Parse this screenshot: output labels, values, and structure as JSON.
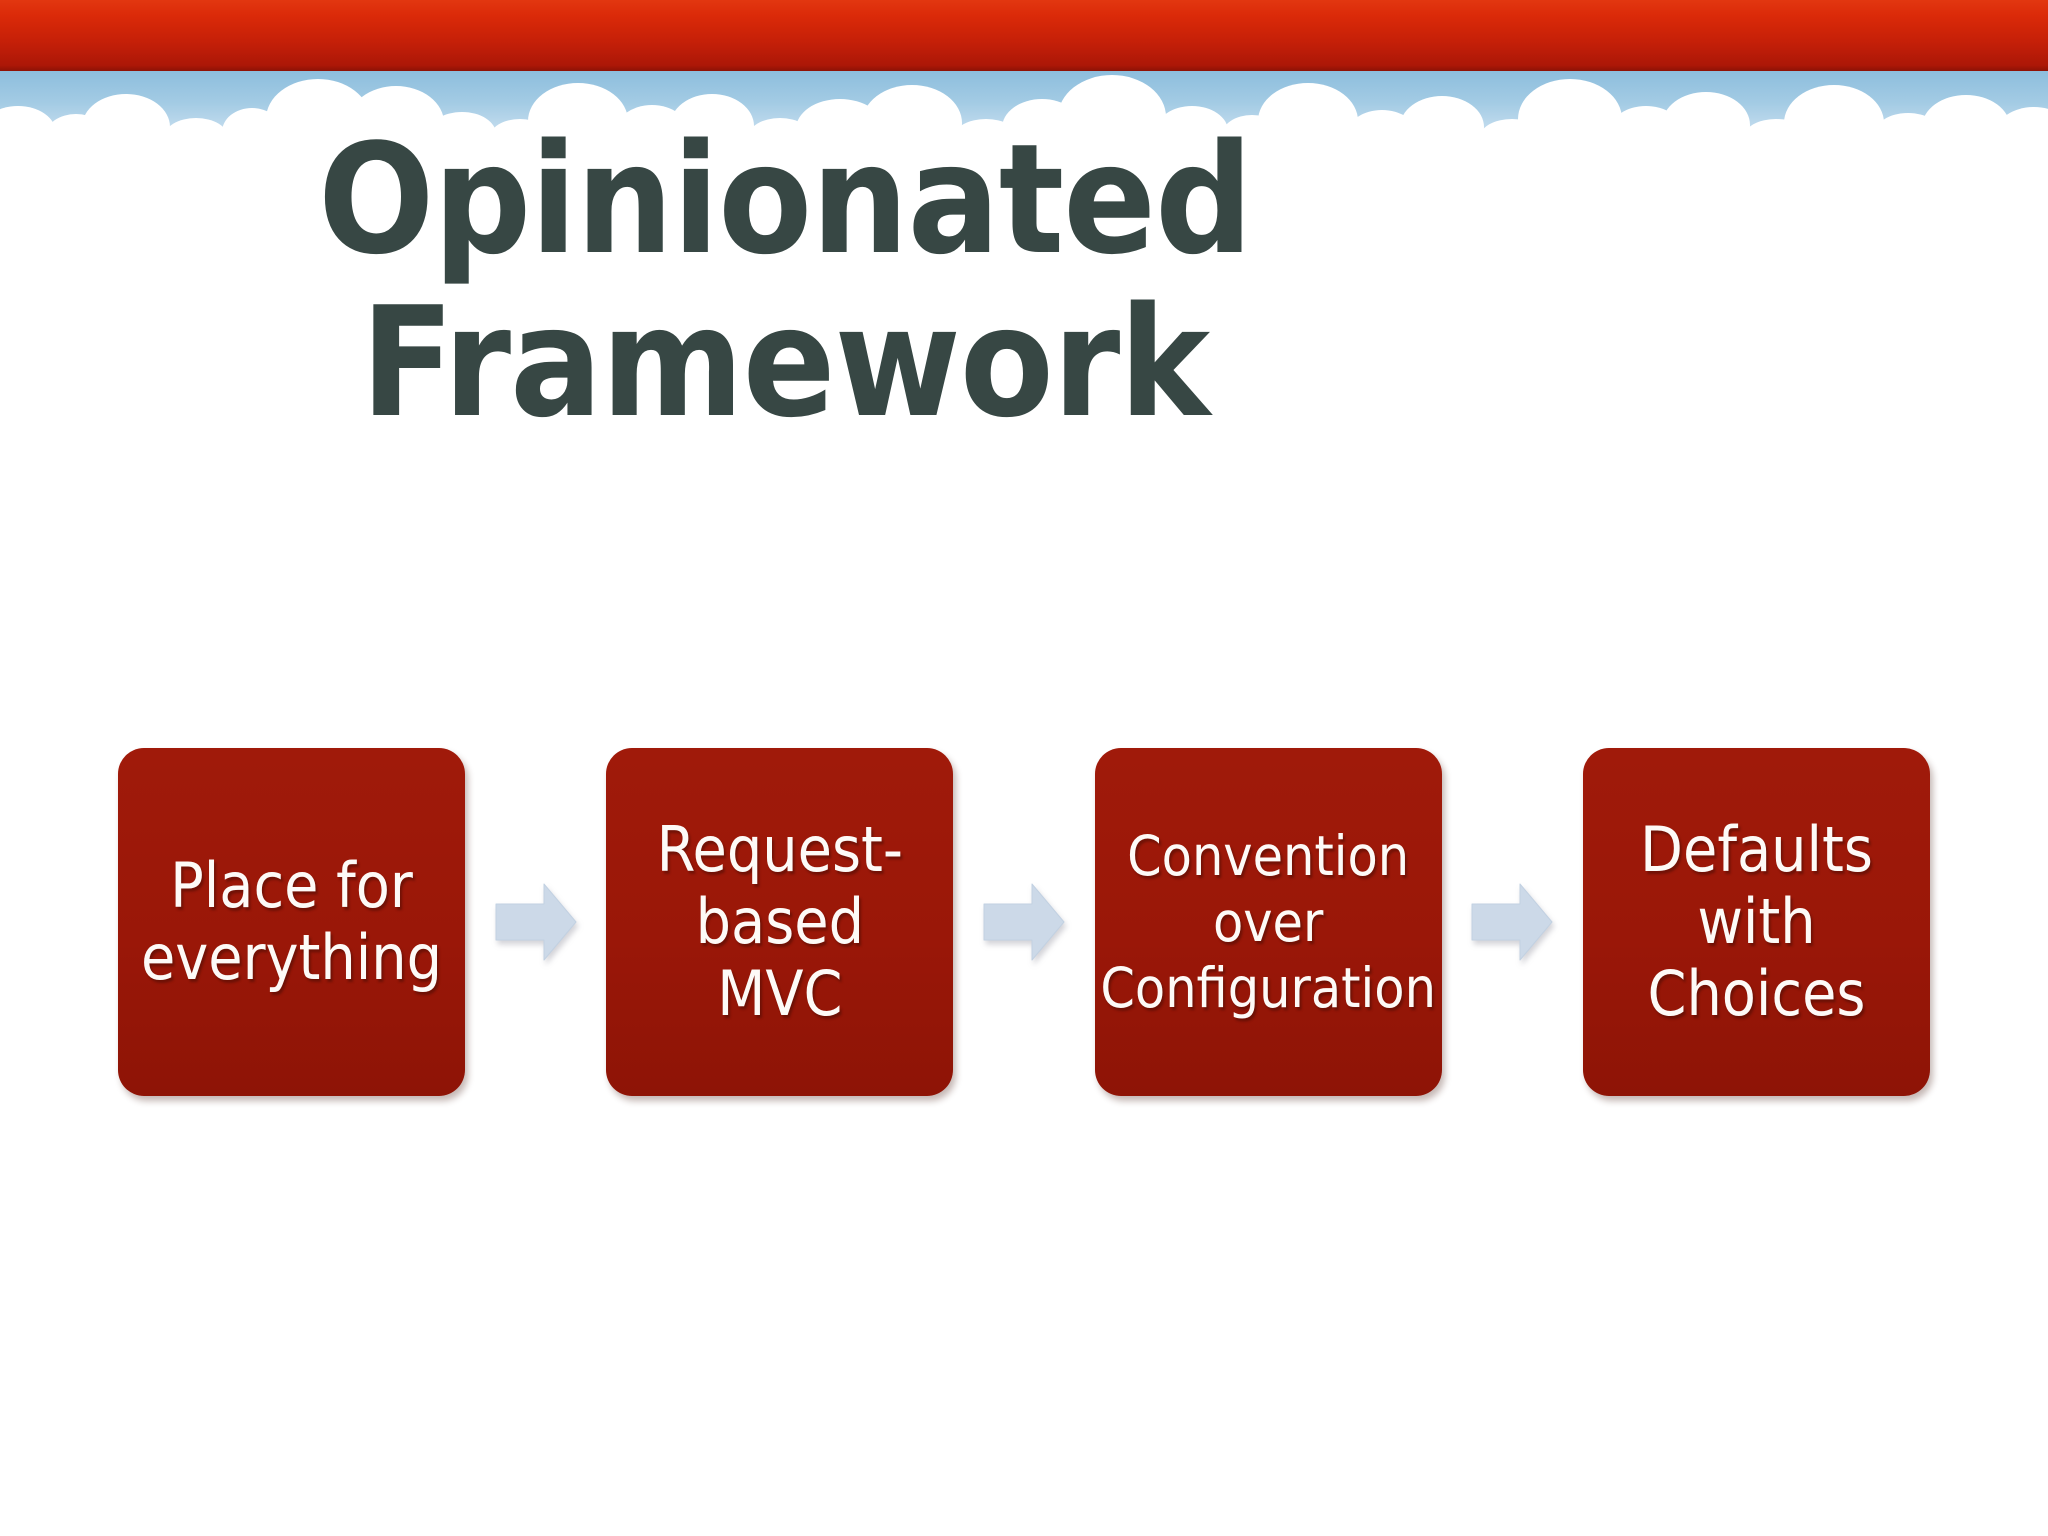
{
  "slide": {
    "title_lines": [
      "Opinionated",
      "Framework"
    ],
    "title_color": "#374744",
    "background_color": "#ffffff",
    "banner_color": "#d22a09",
    "sky_color": "#9cc7e2",
    "cloud_color": "#ffffff"
  },
  "flow": {
    "box_color": "#9b1809",
    "box_text_color": "#fdfaf7",
    "arrow_color": "#ccd9e8",
    "arrow_icon": "arrow-right-icon",
    "boxes": [
      {
        "label": "Place for\neverything"
      },
      {
        "label": "Request-\nbased\nMVC"
      },
      {
        "label": "Convention\nover\nConfiguration"
      },
      {
        "label": "Defaults\nwith\nChoices"
      }
    ],
    "arrows": [
      "arrow-1",
      "arrow-2",
      "arrow-3"
    ]
  }
}
